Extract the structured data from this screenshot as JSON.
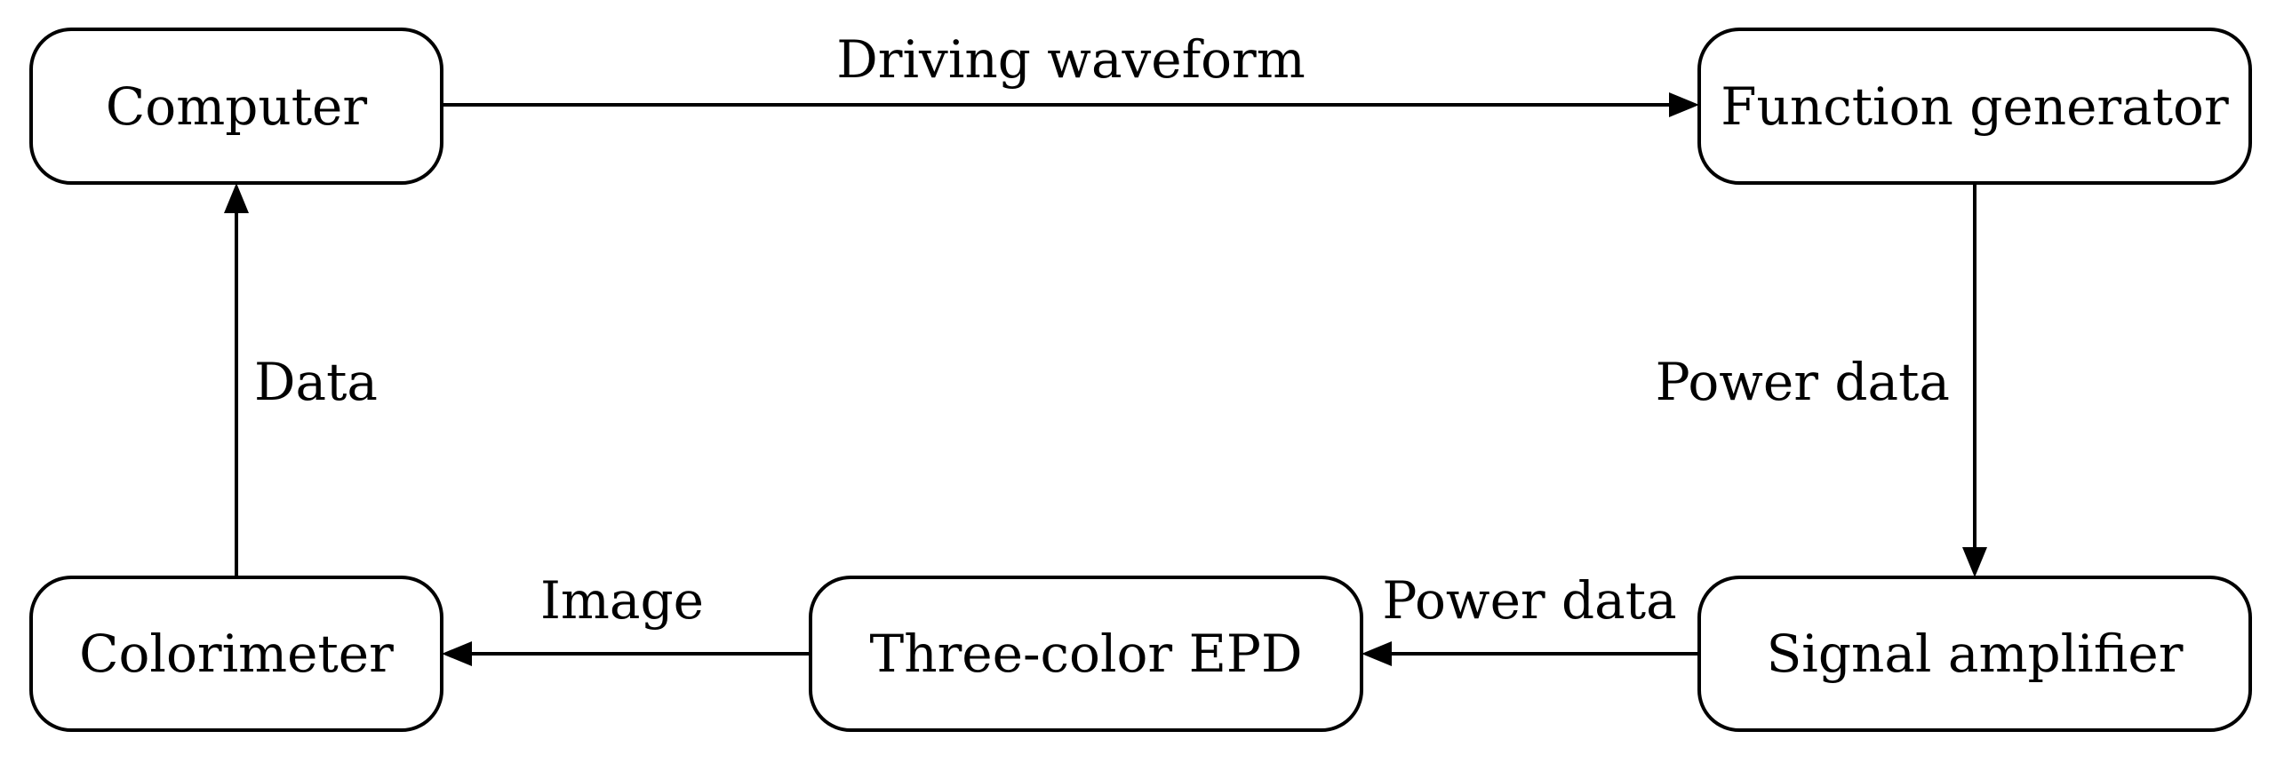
{
  "nodes": {
    "computer": "Computer",
    "function_generator": "Function generator",
    "signal_amplifier": "Signal amplifier",
    "three_color_epd": "Three-color EPD",
    "colorimeter": "Colorimeter"
  },
  "edges": {
    "computer_to_function_generator": "Driving waveform",
    "function_generator_to_signal_amplifier": "Power data",
    "signal_amplifier_to_epd": "Power data",
    "epd_to_colorimeter": "Image",
    "colorimeter_to_computer": "Data"
  },
  "colors": {
    "stroke": "#000000",
    "background": "#ffffff"
  }
}
